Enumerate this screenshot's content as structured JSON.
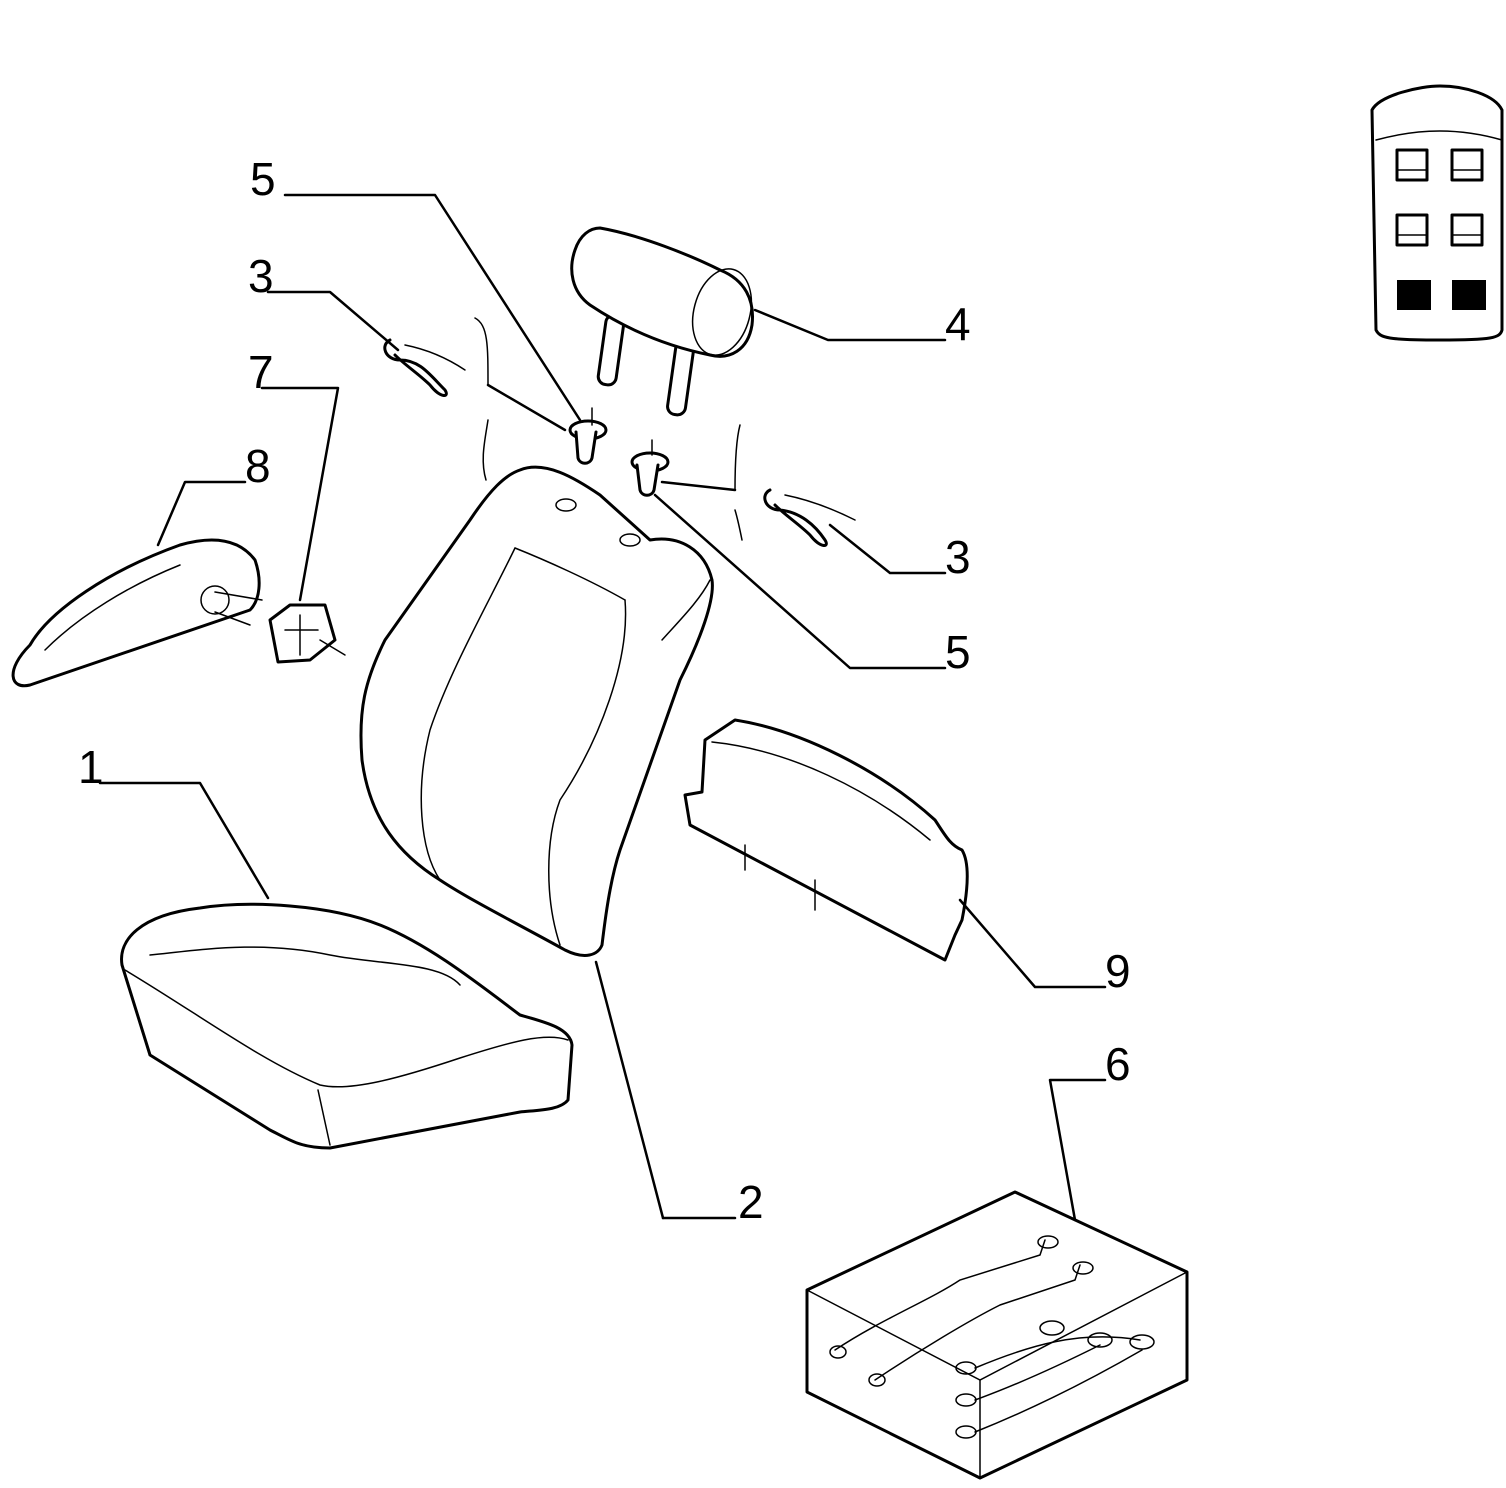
{
  "colors": {
    "ink": "#000000",
    "paper": "#ffffff"
  },
  "callouts": {
    "seat_cushion": "1",
    "backrest": "2",
    "clip_left": "3",
    "clip_right": "3",
    "headrest": "4",
    "guide_left": "5",
    "guide_right": "5",
    "heating_pad": "6",
    "hinge_cover": "7",
    "armrest": "8",
    "back_panel": "9"
  },
  "key_icon": {
    "name": "vehicle-seat-position-key-icon"
  }
}
